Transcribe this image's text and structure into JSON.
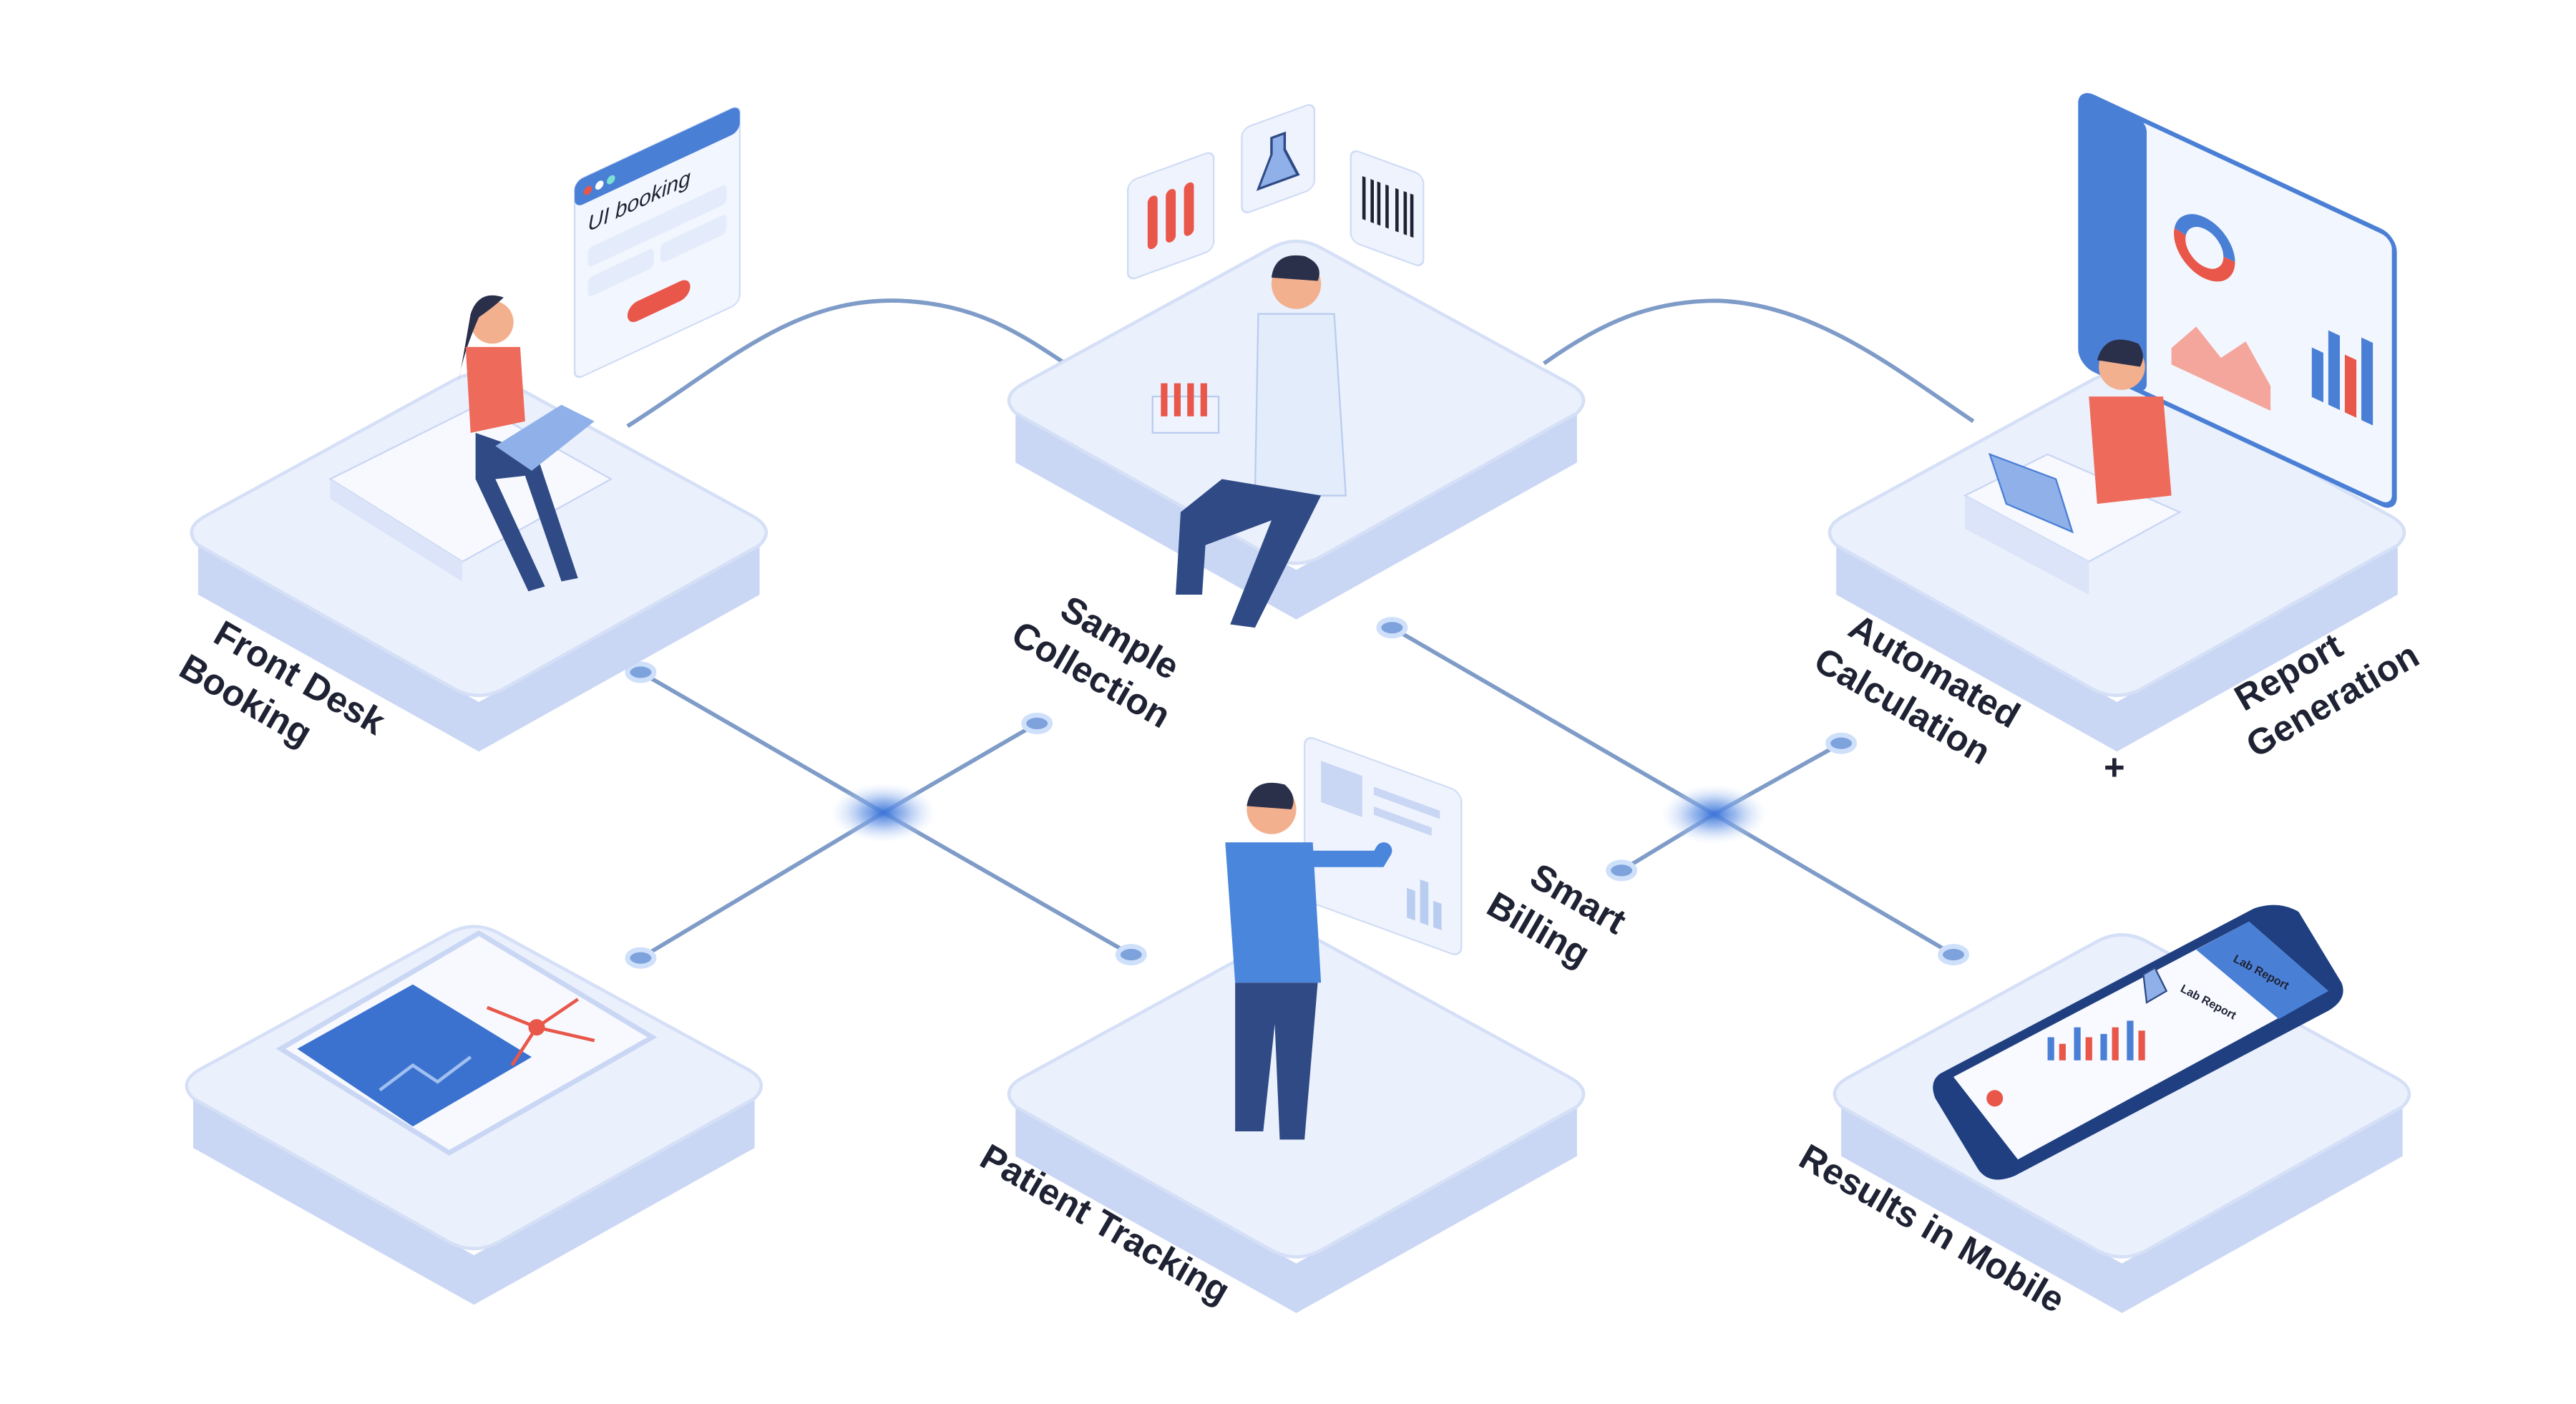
{
  "labels": {
    "front_desk_line1": "Front Desk",
    "front_desk_line2": "Booking",
    "sample_line1": "Sample",
    "sample_line2": "Collection",
    "auto_line1": "Automated",
    "auto_line2": "Calculation",
    "plus": "+",
    "report_line1": "Report",
    "report_line2": "Generation",
    "billing_line1": "Smart",
    "billing_line2": "Billing",
    "patient_tracking": "Patient Tracking",
    "results_mobile": "Results in Mobile"
  },
  "booking_window": {
    "title": "UI booking"
  },
  "phone": {
    "header": "Lab Report",
    "card_title": "Lab Report"
  },
  "colors": {
    "platform_top": "#e9effc",
    "platform_side": "#c9d6f4",
    "accent_blue": "#4a7fd6",
    "accent_red": "#e8574a",
    "line": "#7f9cc8",
    "text": "#1e2233"
  }
}
